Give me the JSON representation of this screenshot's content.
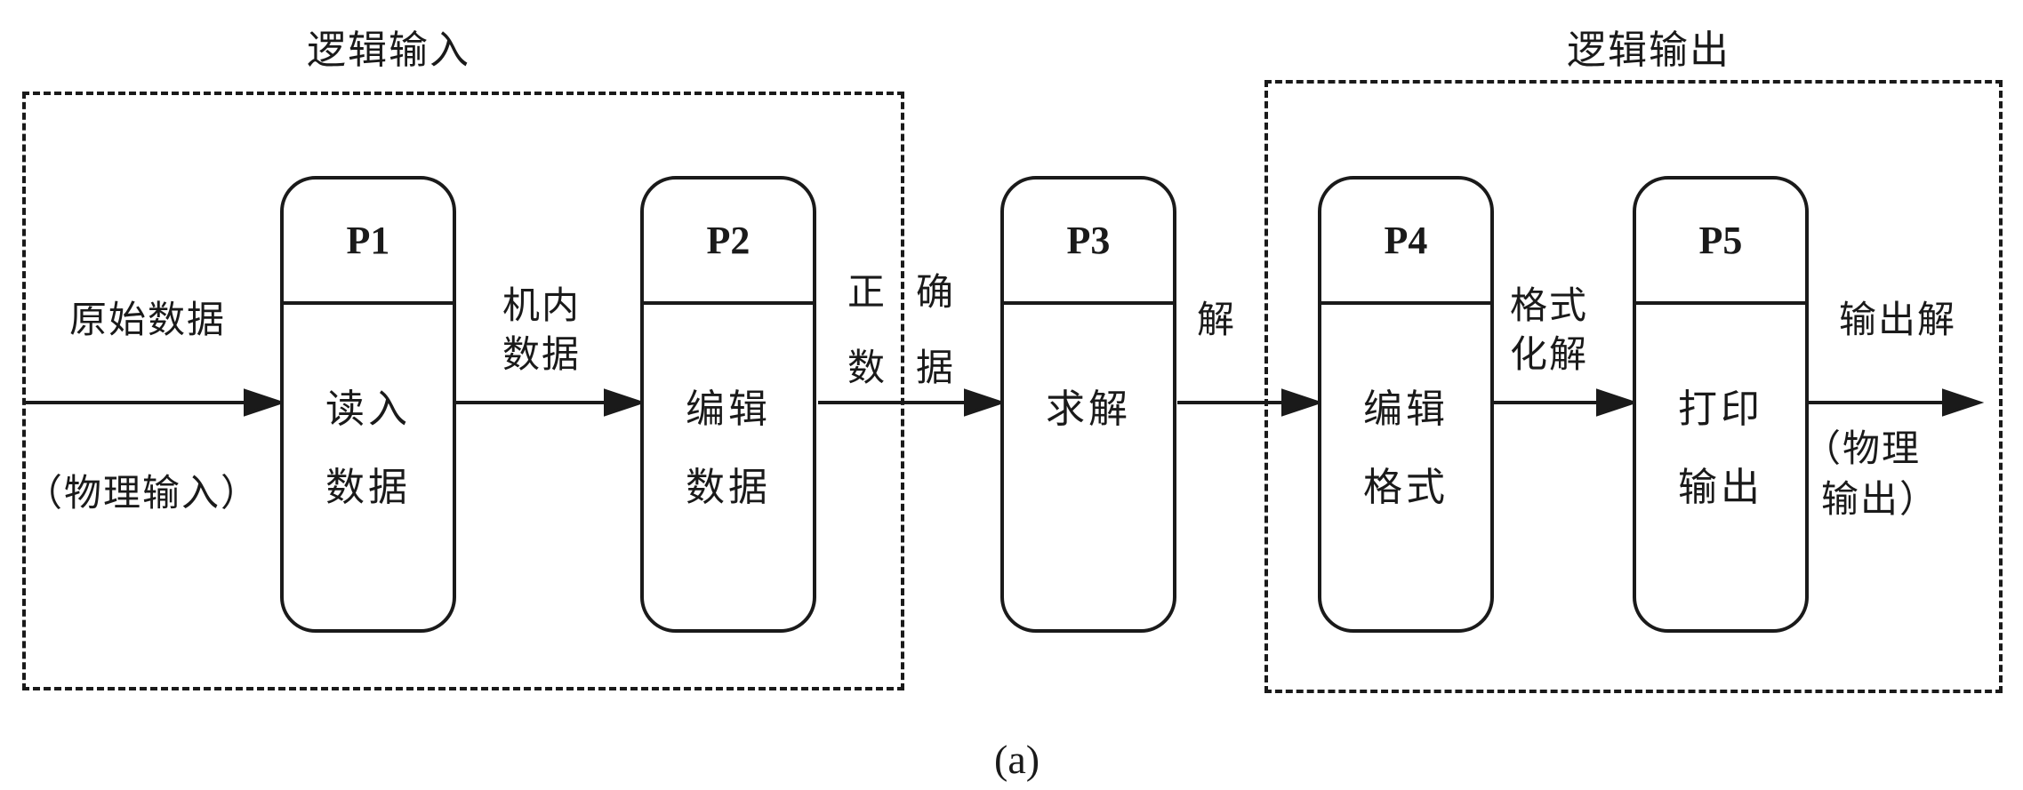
{
  "groups": {
    "logical_input": {
      "title": "逻辑输入"
    },
    "logical_output": {
      "title": "逻辑输出"
    }
  },
  "processes": [
    {
      "id": "P1",
      "label_lines": [
        "读入",
        "数据"
      ]
    },
    {
      "id": "P2",
      "label_lines": [
        "编辑",
        "数据"
      ]
    },
    {
      "id": "P3",
      "label_lines": [
        "求解"
      ]
    },
    {
      "id": "P4",
      "label_lines": [
        "编辑",
        "格式"
      ]
    },
    {
      "id": "P5",
      "label_lines": [
        "打印",
        "输出"
      ]
    }
  ],
  "flows": {
    "raw_data": {
      "above": "原始数据",
      "below": "（物理输入）"
    },
    "internal_data": {
      "above_line1": "机内",
      "above_line2": "数据"
    },
    "correct_data": {
      "col1_top": "正",
      "col1_bottom": "数",
      "col2_top": "确",
      "col2_bottom": "据"
    },
    "solution": {
      "above": "解"
    },
    "formatted_solution": {
      "above_line1": "格式",
      "above_line2": "化解"
    },
    "output_solution": {
      "above": "输出解",
      "below_line1": "（物理",
      "below_line2": "输出）"
    }
  },
  "caption": "(a)"
}
